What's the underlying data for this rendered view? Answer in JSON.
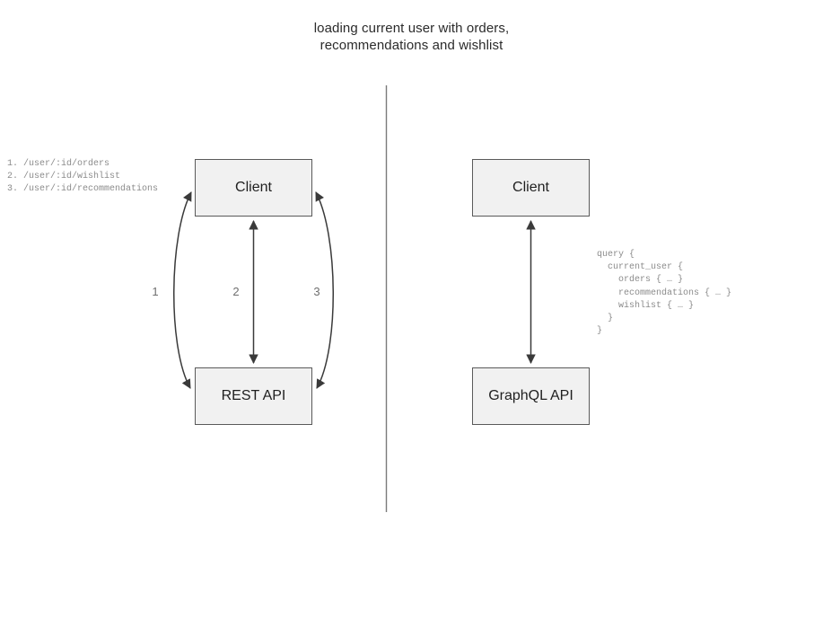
{
  "diagram": {
    "title_line_1": "loading current user with orders,",
    "title_line_2": "recommendations and wishlist",
    "background_color": "#ffffff",
    "divider_color": "#7a7a7a",
    "box_fill_color": "#f1f1f1",
    "box_border_color": "#5a5a5a",
    "edge_color": "#3a3a3a",
    "mono_text_color": "#8b8b8b",
    "label_text_color": "#6f6f6f"
  },
  "rest_panel": {
    "client_label": "Client",
    "api_label": "REST API",
    "endpoints_text": "1. /user/:id/orders\n2. /user/:id/wishlist\n3. /user/:id/recommendations",
    "endpoints": [
      {
        "number": "1.",
        "path": "/user/:id/orders"
      },
      {
        "number": "2.",
        "path": "/user/:id/wishlist"
      },
      {
        "number": "3.",
        "path": "/user/:id/recommendations"
      }
    ],
    "edge_labels": [
      "1",
      "2",
      "3"
    ]
  },
  "graphql_panel": {
    "client_label": "Client",
    "api_label": "GraphQL API",
    "query_text": "query {\n  current_user {\n    orders { … }\n    recommendations { … }\n    wishlist { … }\n  }\n}",
    "query_lines": [
      "query {",
      "  current_user {",
      "    orders { … }",
      "    recommendations { … }",
      "    wishlist { … }",
      "  }",
      "}"
    ]
  }
}
